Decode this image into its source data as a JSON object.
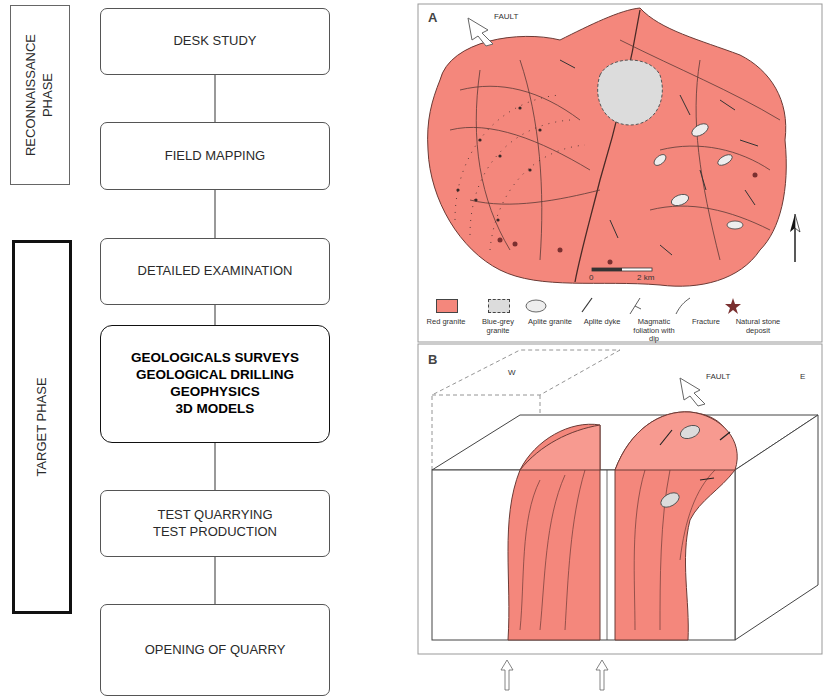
{
  "diagram": {
    "nodes": [
      {
        "text": [
          "RECONNAISSANCE PHASE"
        ]
      },
      {
        "text": [
          "DESK STUDY"
        ]
      },
      {
        "text": [
          "FIELD MAPPING"
        ]
      },
      {
        "text": [
          "TARGET PHASE"
        ]
      },
      {
        "text": [
          "DETAILED EXAMINATION"
        ]
      },
      {
        "text": [
          "GEOLOGICALS SURVEYS",
          "GEOLOGICAL DRILLING",
          "GEOPHYSICS",
          "3D MODELS"
        ]
      },
      {
        "text": [
          "TEST QUARRYING",
          "TEST PRODUCTION"
        ]
      },
      {
        "text": [
          "OPENING OF QUARRY"
        ]
      }
    ],
    "edges": [
      {
        "from": 1,
        "to": 2,
        "arrow": "none"
      },
      {
        "from": 2,
        "to": 4,
        "arrow": "none"
      },
      {
        "from": 4,
        "to": 5,
        "arrow": "none"
      },
      {
        "from": 5,
        "to": 6,
        "arrow": "none"
      },
      {
        "from": 6,
        "to": 7,
        "arrow": "none"
      }
    ],
    "labels": [
      "A",
      "FAULT",
      "0",
      "2 km",
      "B",
      "W",
      "FAULT",
      "E"
    ],
    "legend": [
      {
        "text": "Red granite",
        "color": "#f4877c"
      },
      {
        "text": "Blue-grey granite",
        "color": "#dcdcdc"
      },
      {
        "text": "Aplite granite"
      },
      {
        "text": "Aplite dyke"
      },
      {
        "text": "Magmatic foliation with dip"
      },
      {
        "text": "Fracture"
      },
      {
        "text": "Natural stone deposit"
      }
    ]
  }
}
